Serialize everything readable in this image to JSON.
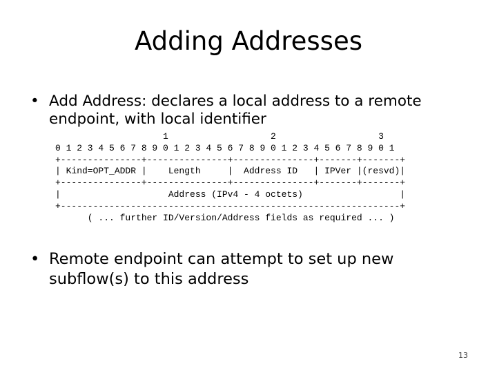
{
  "slide": {
    "title": "Adding Addresses",
    "bullets": [
      {
        "marker": "•",
        "text": "Add Address: declares a local address to a remote endpoint, with local identifier"
      },
      {
        "marker": "•",
        "text": "Remote endpoint can attempt to set up new subflow(s) to this address"
      }
    ],
    "diagram": {
      "lines": [
        "                    1                   2                   3",
        "0 1 2 3 4 5 6 7 8 9 0 1 2 3 4 5 6 7 8 9 0 1 2 3 4 5 6 7 8 9 0 1",
        "+---------------+---------------+---------------+-------+-------+",
        "| Kind=OPT_ADDR |    Length     |  Address ID   | IPVer |(resvd)|",
        "+---------------+---------------+---------------+-------+-------+",
        "|                    Address (IPv4 - 4 octets)                  |",
        "+---------------------------------------------------------------+",
        "      ( ... further ID/Version/Address fields as required ... )"
      ]
    },
    "page_number": "13"
  }
}
